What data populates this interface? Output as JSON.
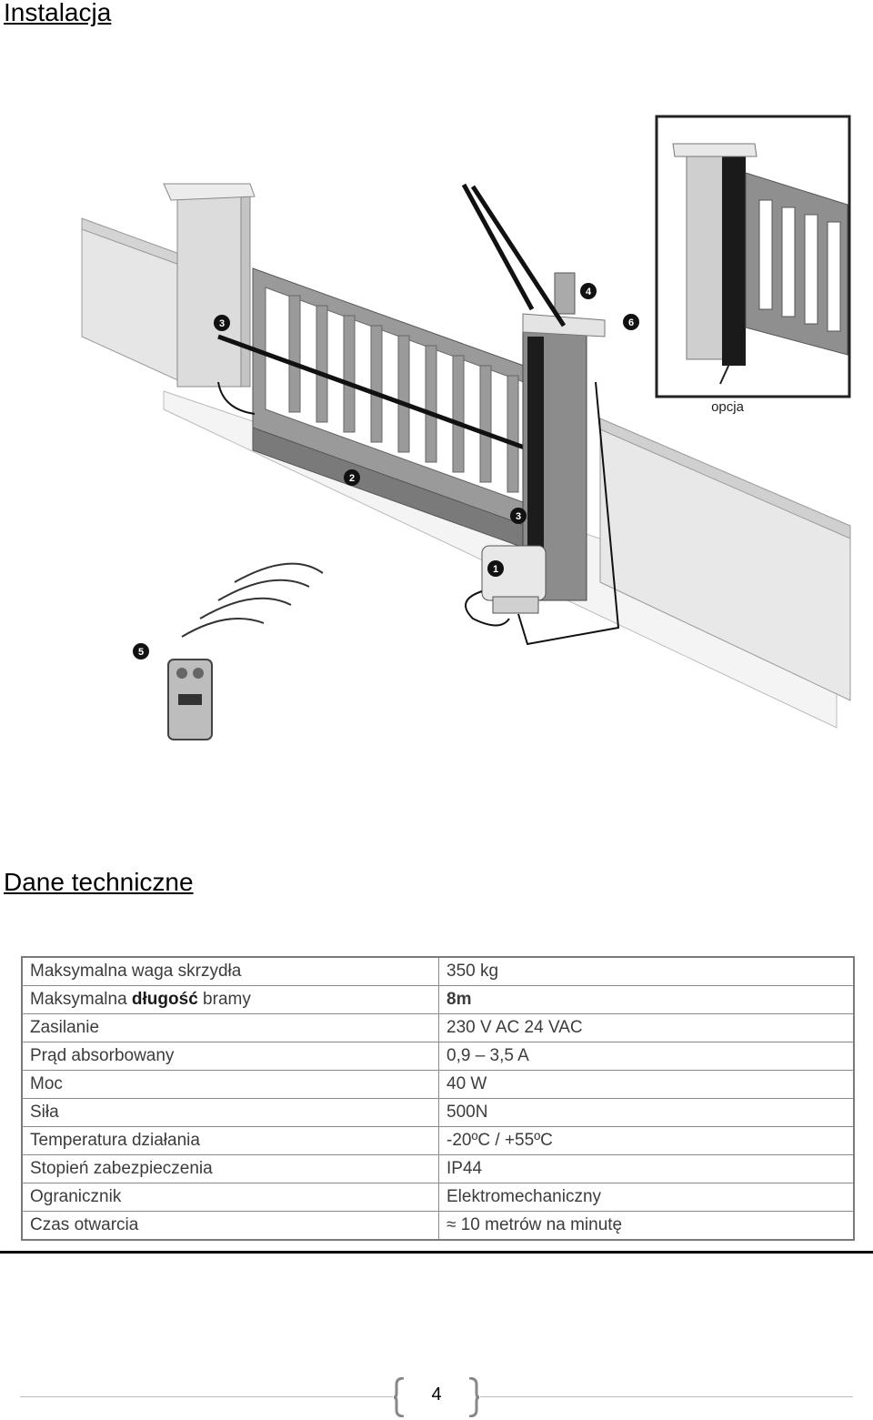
{
  "headings": {
    "installation": "Instalacja",
    "technical_data": "Dane techniczne"
  },
  "figure": {
    "callouts": [
      "1",
      "2",
      "3",
      "3",
      "4",
      "5",
      "6"
    ],
    "inset_label": "opcja"
  },
  "spec_table": {
    "rows": [
      {
        "label": "Maksymalna waga skrzydła",
        "value": "350 kg"
      },
      {
        "label_parts": [
          "Maksymalna ",
          "długość",
          " bramy"
        ],
        "value": "8m"
      },
      {
        "label": "Zasilanie",
        "value": "230 V AC 24 VAC"
      },
      {
        "label": "Prąd absorbowany",
        "value": "0,9 – 3,5 A"
      },
      {
        "label": "Moc",
        "value": "40 W"
      },
      {
        "label": "Siła",
        "value": "500N"
      },
      {
        "label": "Temperatura działania",
        "value": "-20ºC / +55ºC"
      },
      {
        "label": "Stopień zabezpieczenia",
        "value": "IP44"
      },
      {
        "label": "Ogranicznik",
        "value": "Elektromechaniczny"
      },
      {
        "label": "Czas otwarcia",
        "value": "≈ 10 metrów na minutę"
      }
    ]
  },
  "footer": {
    "page_number": "4"
  }
}
